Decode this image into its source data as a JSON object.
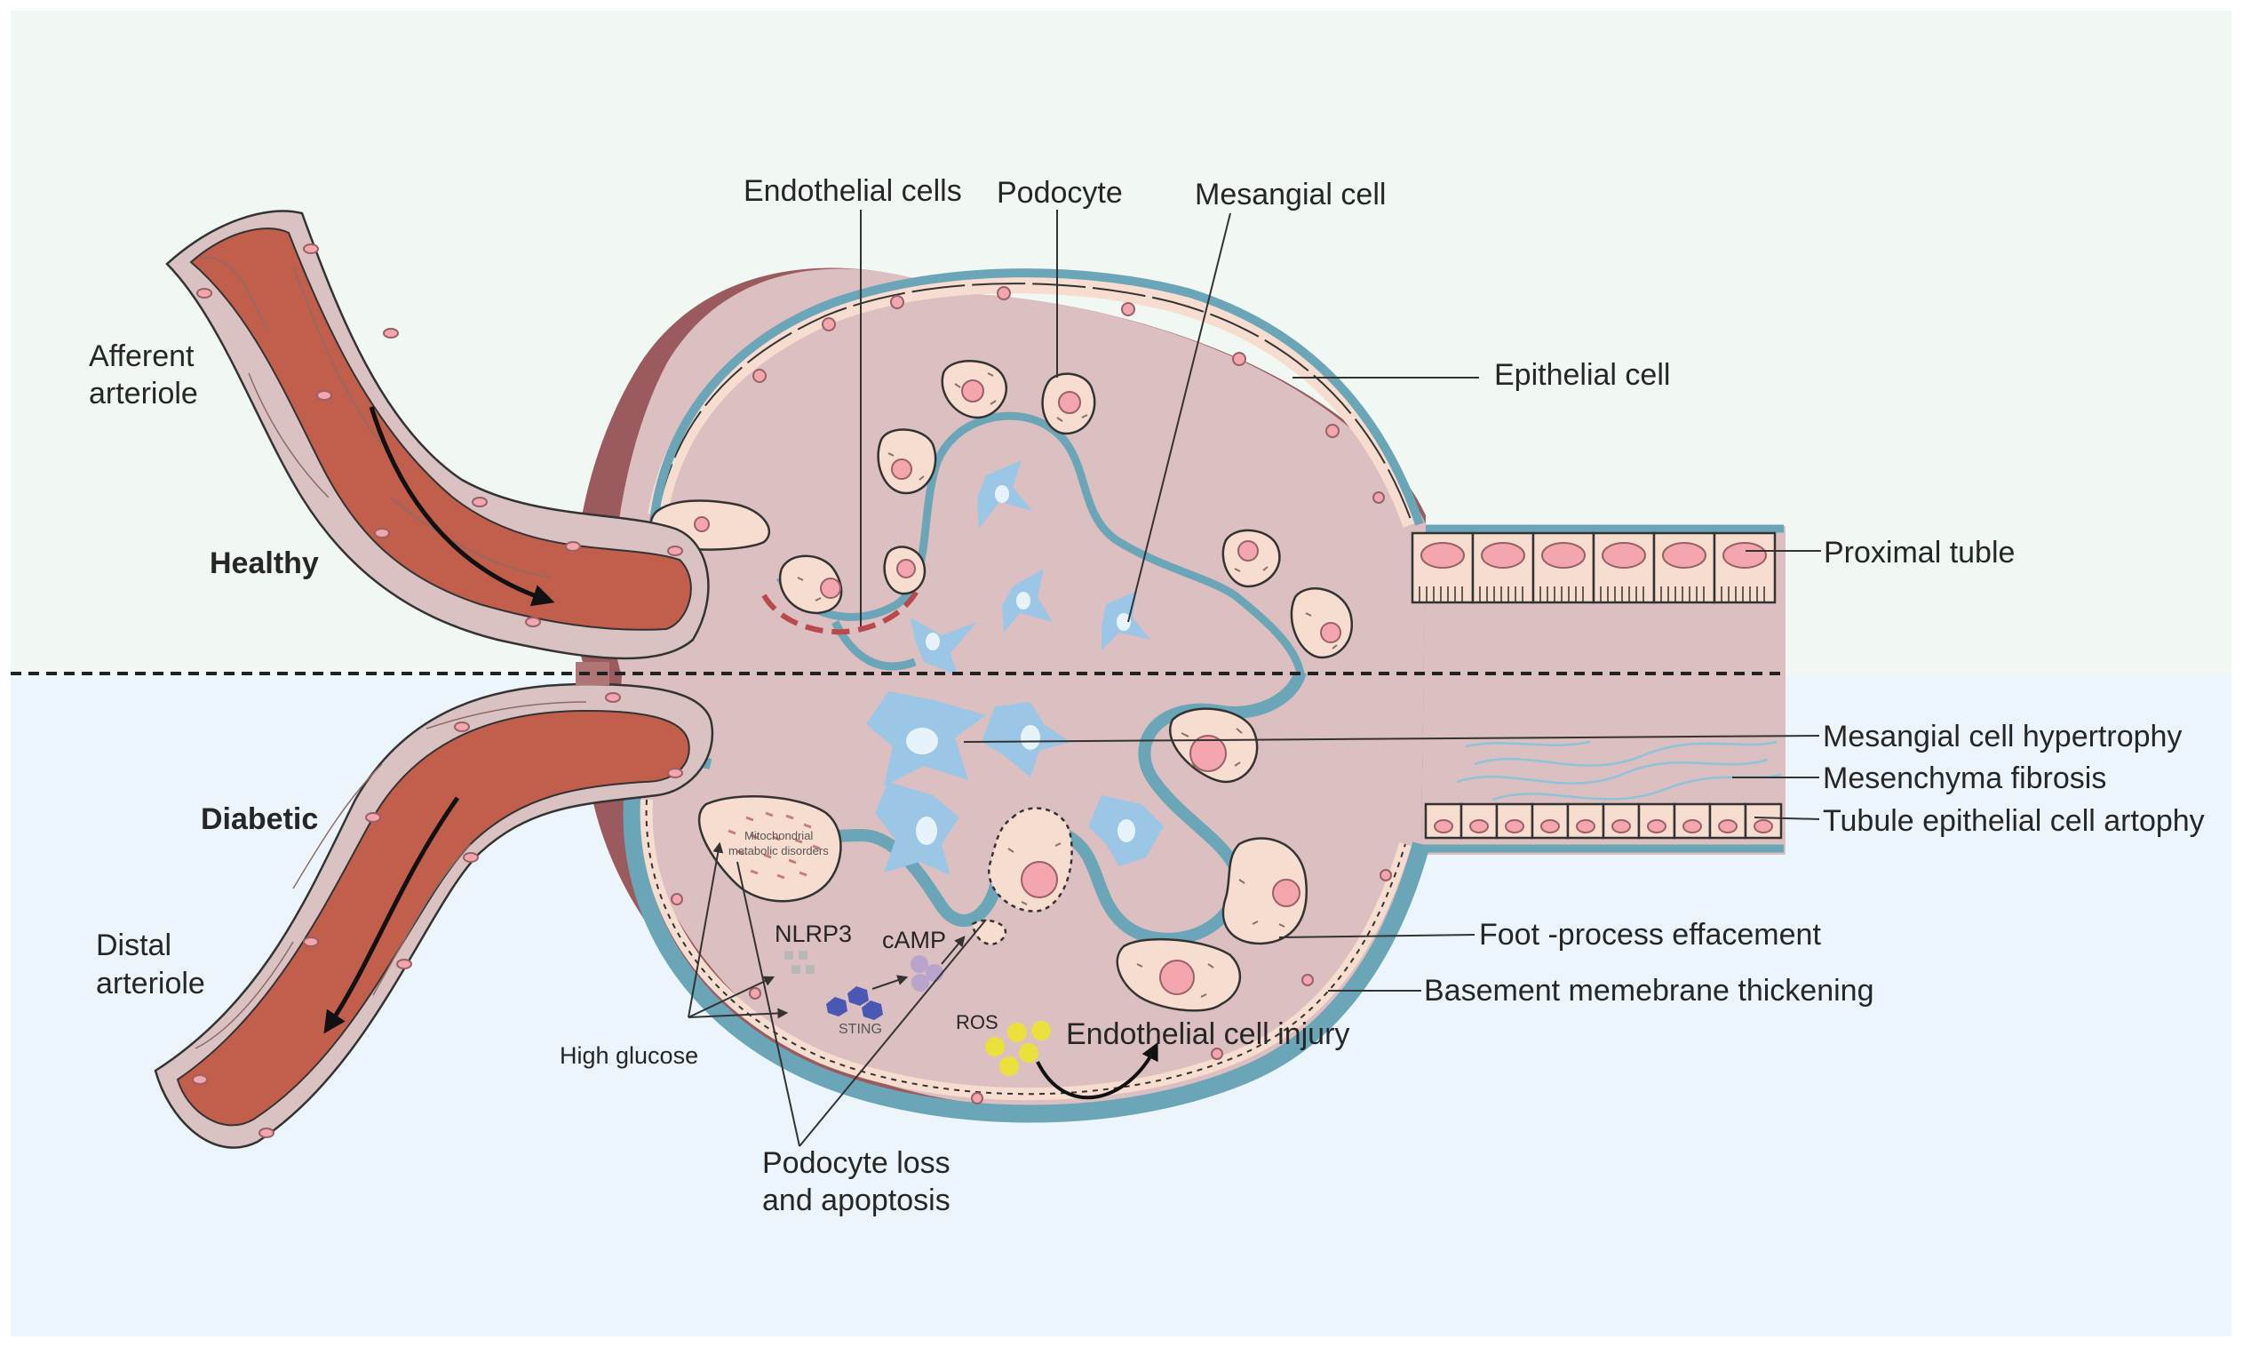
{
  "colors": {
    "healthy_bg": "#f1f7f3",
    "diabetic_bg": "#ecf5fb",
    "capsule_fill": "#dcbfc0",
    "bowman_outline": "#6ba6b8",
    "vessel_wall": "#d9c2c1",
    "blood": "#c25e4c",
    "mesangial_cell": "#9cc6e6",
    "podocyte": "#f6ddd0",
    "nucleus": "#f4a6ae",
    "ros": "#ece13c",
    "sting": "#4a58b4",
    "camp": "#b9a4cc",
    "nlrp3": "#b8b8b8"
  },
  "sections": {
    "healthy": "Healthy",
    "diabetic": "Diabetic"
  },
  "vessels": {
    "afferent_line1": "Afferent",
    "afferent_line2": "arteriole",
    "distal_line1": "Distal",
    "distal_line2": "arteriole"
  },
  "labels": {
    "endothelial_cells": "Endothelial cells",
    "podocyte": "Podocyte",
    "mesangial_cell": "Mesangial cell",
    "epithelial_cell": "Epithelial cell",
    "proximal_tube": "Proximal tuble",
    "mesangial_hypertrophy": "Mesangial cell hypertrophy",
    "mesenchyma_fibrosis": "Mesenchyma fibrosis",
    "tubule_atrophy": "Tubule epithelial cell artophy",
    "foot_process": "Foot -process effacement",
    "basement_membrane": "Basement memebrane thickening",
    "endothelial_injury": "Endothelial cell injury",
    "podocyte_loss_line1": "Podocyte loss",
    "podocyte_loss_line2": "and apoptosis",
    "high_glucose": "High glucose",
    "nlrp3": "NLRP3",
    "camp": "cAMP",
    "sting": "STING",
    "ros": "ROS",
    "mito_line1": "Mitochondrial",
    "mito_line2": "metabolic disorders"
  }
}
